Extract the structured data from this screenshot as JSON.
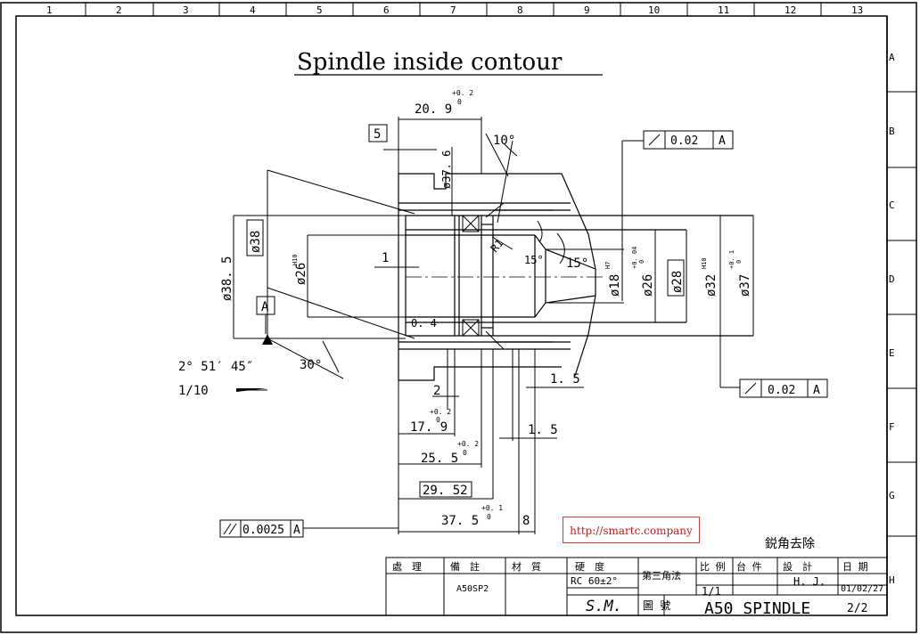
{
  "title": "Spindle inside contour",
  "grid": {
    "columns": [
      "1",
      "2",
      "3",
      "4",
      "5",
      "6",
      "7",
      "8",
      "9",
      "10",
      "11",
      "12",
      "13"
    ],
    "rows": [
      "A",
      "B",
      "C",
      "D",
      "E",
      "F",
      "G",
      "H"
    ]
  },
  "dimensions": {
    "d20_9": "20. 9",
    "d20_9_tol": "+0. 2",
    "d20_9_tol_low": "0",
    "datum_box_5": "5",
    "d37_6": "ø37. 6",
    "angle_10": "10°",
    "d38_box": "ø38",
    "d38_5": "ø38. 5",
    "d26_left": "ø26",
    "h10_a": "H10",
    "d1": "1",
    "r1": "R1",
    "angle_15a": "15°",
    "angle_15b": "15°",
    "d18": "ø18",
    "h7": "H7",
    "d26_right": "ø26",
    "d26_tol": "+0. 04",
    "d26_tol_low": "0",
    "d28_box": "ø28",
    "d32": "ø32",
    "h10_b": "H10",
    "d37": "ø37",
    "d37_tol": "+0. 1",
    "d37_tol_low": "0",
    "datum_a": "A",
    "rough_0_4": "0. 4",
    "taper_angle": "2° 51′ 45″",
    "taper_ratio": "1/10",
    "angle_30": "30°",
    "d2": "2",
    "d17_9": "17. 9",
    "d17_9_tol": "+0. 2",
    "d17_9_tol_low": "0",
    "d25_5": "25. 5",
    "d25_5_tol": "+0. 2",
    "d25_5_tol_low": "0",
    "d29_52_box": "29. 52",
    "d37_5": "37. 5",
    "d37_5_tol": "+0. 1",
    "d37_5_tol_low": "0",
    "d8": "8",
    "d1_5_top": "1. 5",
    "d1_5_bottom": "1. 5"
  },
  "tolerance_frames": {
    "runout_top": {
      "value": "0.02",
      "datum": "A"
    },
    "runout_right": {
      "value": "0.02",
      "datum": "A"
    },
    "parallel": {
      "value": "0.0025",
      "datum": "A"
    }
  },
  "watermark": "http://smartc.company",
  "note_deburr": "鋭角去除",
  "title_block": {
    "headers": [
      "處　理",
      "備　註",
      "材　質",
      "硬　度",
      "第三角法",
      "比 例",
      "台 件",
      "設　計",
      "日 期"
    ],
    "part_code": "A50SP2",
    "hardness": "RC 60±2°",
    "scale": "1/1",
    "designer": "H. J.",
    "date": "01/02/27",
    "company": "S.M.",
    "drawing_no_label": "圖 號",
    "drawing_title": "A50 SPINDLE",
    "sheet": "2/2"
  }
}
